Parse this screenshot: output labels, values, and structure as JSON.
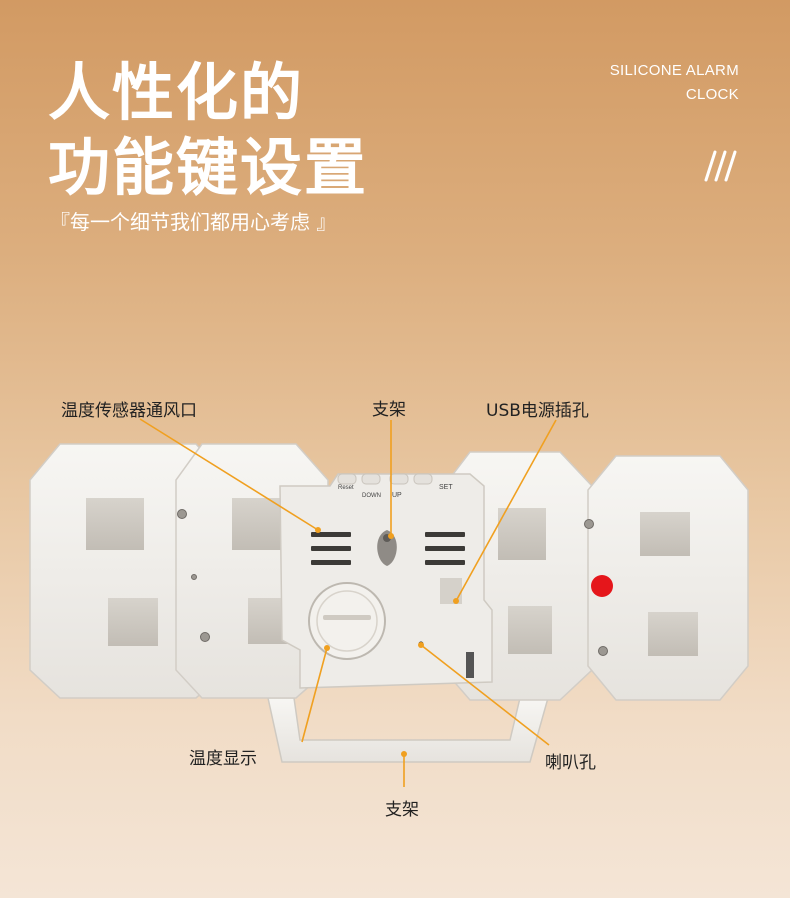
{
  "header": {
    "title_line1": "人性化的",
    "title_line2": "功能键设置",
    "subtitle": "『每一个细节我们都用心考虑 』",
    "brand_line1": "SILICONE ALARM",
    "brand_line2": "CLOCK"
  },
  "buttons": {
    "set": "SET",
    "up": "UP",
    "down": "DOWN",
    "reset": "Reset"
  },
  "callouts": {
    "temp_vent": "温度传感器通风口",
    "stand_top": "支架",
    "usb_port": "USB电源插孔",
    "temp_display": "温度显示",
    "speaker_hole": "喇叭孔",
    "stand_bottom": "支架"
  },
  "colors": {
    "accent_line": "#f0a020",
    "red_dot": "#e5161b"
  }
}
